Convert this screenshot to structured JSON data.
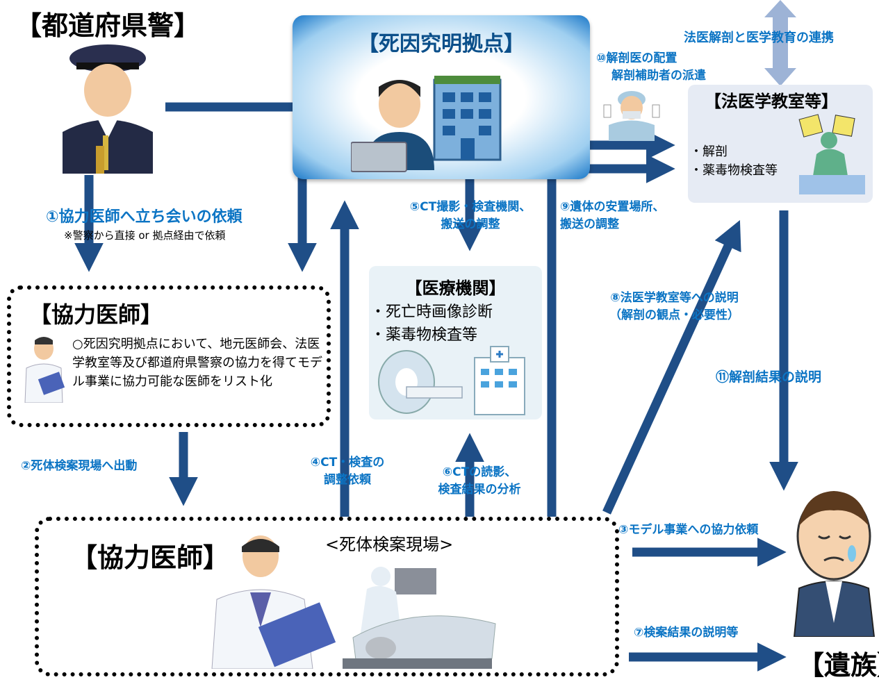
{
  "nodes": {
    "police": {
      "title": "【都道府県警】"
    },
    "center": {
      "title": "【死因究明拠点】"
    },
    "hospital": {
      "title": "【医療機関】",
      "items": [
        "・死亡時画像診断",
        "・薬毒物検査等"
      ]
    },
    "legal": {
      "title": "【法医学教室等】",
      "items": [
        "・解剖",
        "・薬毒物検査等"
      ]
    },
    "doctor_top": {
      "title": "【協力医師】",
      "desc": "○死因究明拠点において、地元医師会、法医学教室等及び都道府県警察の協力を得てモデル事業に協力可能な医師をリスト化"
    },
    "scene": {
      "title": "【協力医師】",
      "subtitle": "<死体検案現場>"
    },
    "family": {
      "title": "【遺族】"
    }
  },
  "labels": {
    "s1": "①協力医師へ立ち会いの依頼",
    "s1_note": "※警察から直接 or 拠点経由で依頼",
    "s2": "②死体検案現場へ出動",
    "s3": "③モデル事業への協力依頼",
    "s4": [
      "④CT・検査の",
      "調整依頼"
    ],
    "s5": [
      "⑤CT撮影・検査機関、",
      "搬送の調整"
    ],
    "s6": [
      "⑥CTの読影、",
      "検査結果の分析"
    ],
    "s7": "⑦検案結果の説明等",
    "s8": [
      "⑧法医学教室等への説明",
      "（解剖の観点・必要性）"
    ],
    "s9": [
      "⑨遺体の安置場所、",
      "搬送の調整"
    ],
    "s10": [
      "⑩解剖医の配置",
      "解剖補助者の派遣"
    ],
    "s11": "⑪解剖結果の説明",
    "top": "法医解剖と医学教育の連携"
  },
  "colors": {
    "arrow": "#1f4e87",
    "label": "#0b74c4",
    "legal_bg": "#e6ebf4",
    "hospital_bg": "#e9f2f7",
    "top_arrow": "#9db3d6"
  }
}
